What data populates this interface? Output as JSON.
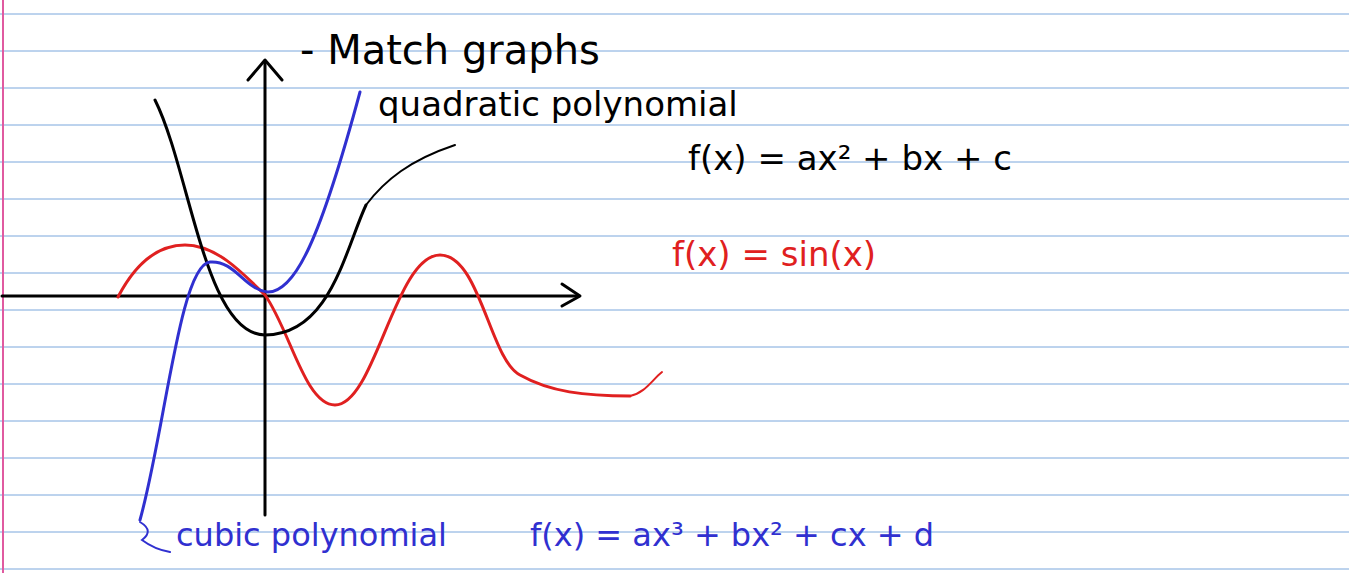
{
  "diagram": {
    "title": "- Match graphs",
    "labels": [
      "quadratic polynomial",
      "f(x) = ax² + bx + c",
      "f(x) = sin(x)",
      "cubic polynomial",
      "f(x) = ax³ + bx² + cx + d"
    ]
  }
}
